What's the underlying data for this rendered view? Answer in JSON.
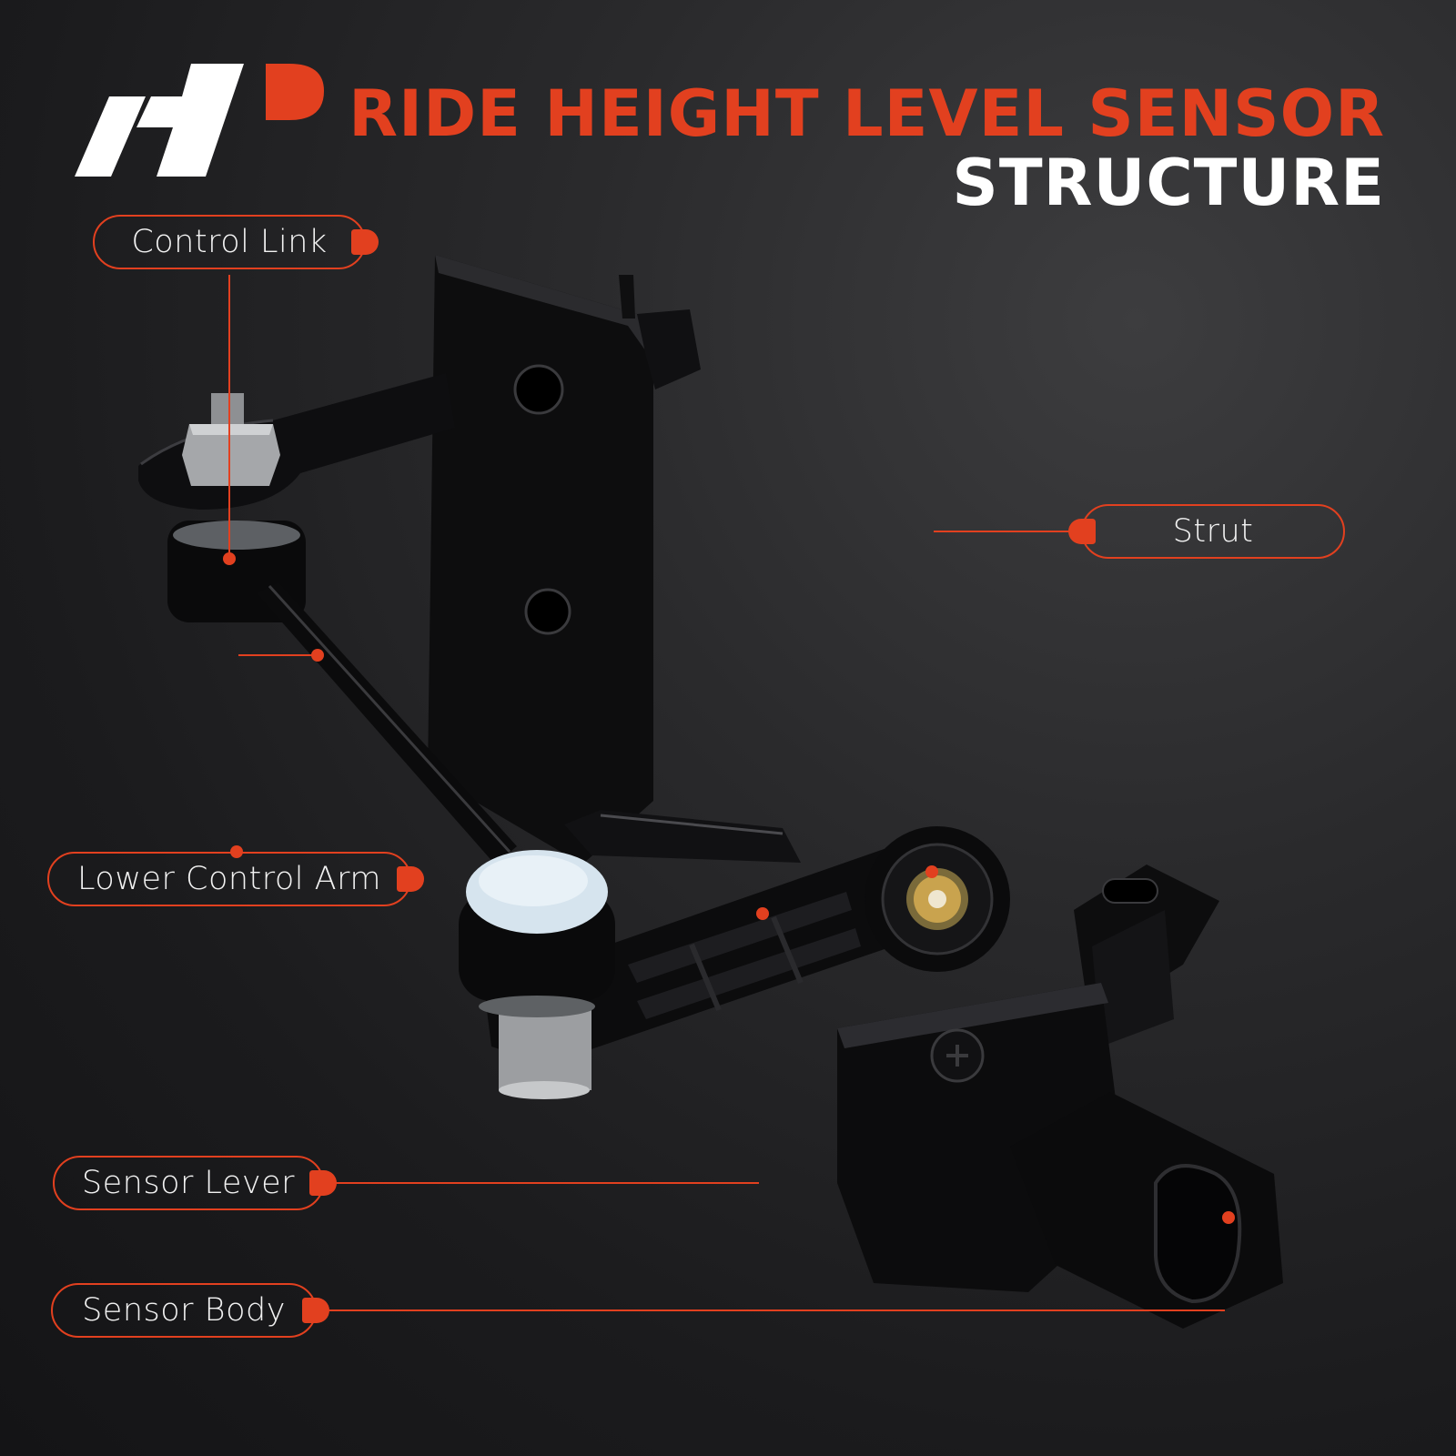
{
  "brand": {
    "logo_name": "a-premium-logo",
    "accent_color": "#e2401f",
    "logo_white": "#ffffff"
  },
  "header": {
    "title_line1": "RIDE HEIGHT LEVEL SENSOR",
    "title_line2": "STRUCTURE",
    "title_line1_color": "#e2401f",
    "title_line2_color": "#ffffff"
  },
  "callouts": {
    "control_link": "Control Link",
    "strut": "Strut",
    "lower_control_arm": "Lower Control Arm",
    "sensor_lever": "Sensor Lever",
    "sensor_body": "Sensor Body"
  }
}
